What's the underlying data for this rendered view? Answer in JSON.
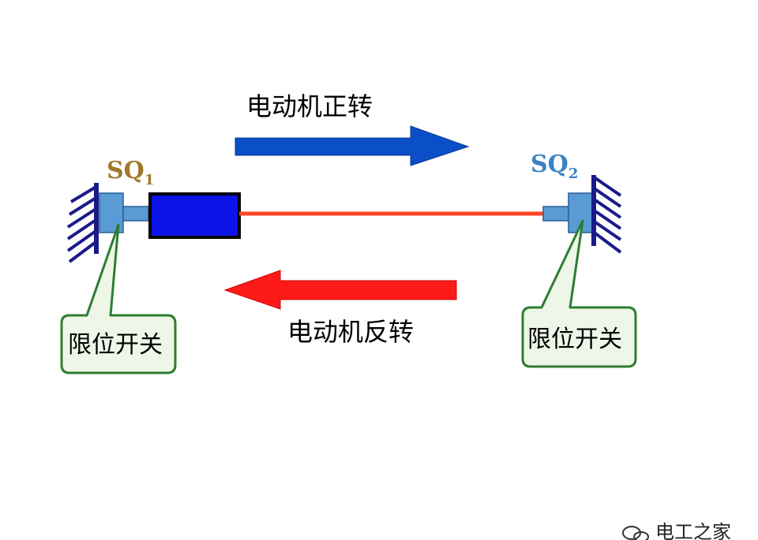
{
  "labels": {
    "forward": "电动机正转",
    "reverse": "电动机反转"
  },
  "switches": {
    "left": {
      "name": "SQ",
      "sub": "1",
      "callout": "限位开关",
      "color": "#a07a2a"
    },
    "right": {
      "name": "SQ",
      "sub": "2",
      "callout": "限位开关",
      "color": "#3a83c4"
    }
  },
  "watermark": "电工之家",
  "colors": {
    "forward_arrow": "#0b4fc8",
    "reverse_arrow": "#ff1a1a",
    "rail": "#ff4422",
    "carriage": "#0a14e8",
    "switch_body": "#5b9bd5",
    "wall": "#1a1a8a",
    "callout_border": "#2e7d32",
    "callout_fill": "#eef6e8"
  }
}
